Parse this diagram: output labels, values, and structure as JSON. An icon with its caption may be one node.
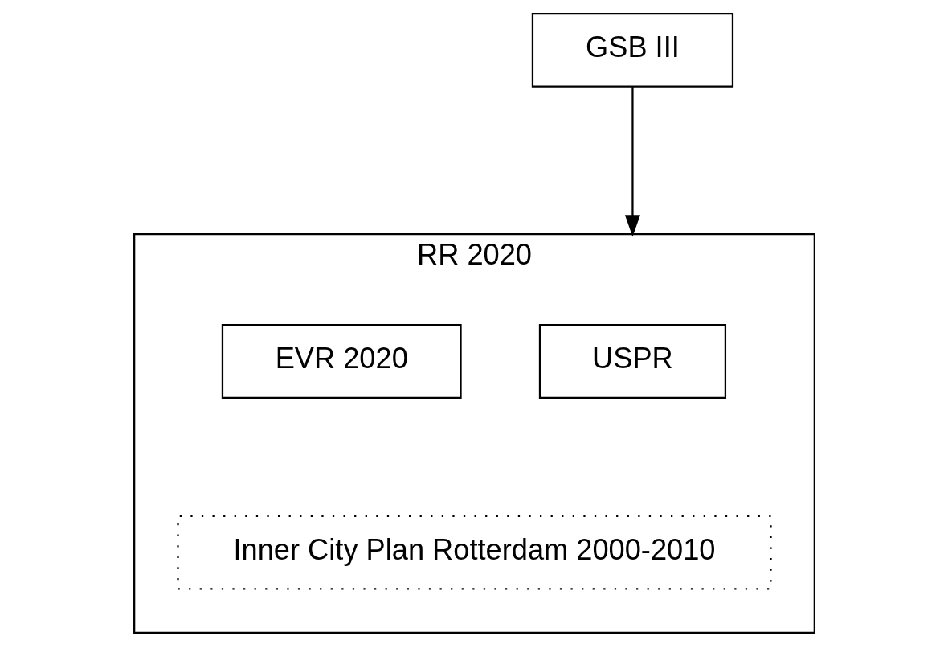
{
  "diagram": {
    "nodes": [
      {
        "text": [
          "GSB III"
        ]
      },
      {
        "text": [
          "RR 2020"
        ]
      },
      {
        "text": [
          "USPR"
        ],
        "in": 1
      },
      {
        "text": [
          "EVR 2020"
        ],
        "in": 1
      },
      {
        "text": [
          "Inner City Plan Rotterdam 2000-2010"
        ],
        "in": 1
      }
    ],
    "edges": [
      {
        "from": 0,
        "to": 1,
        "arrow": "to"
      }
    ]
  }
}
